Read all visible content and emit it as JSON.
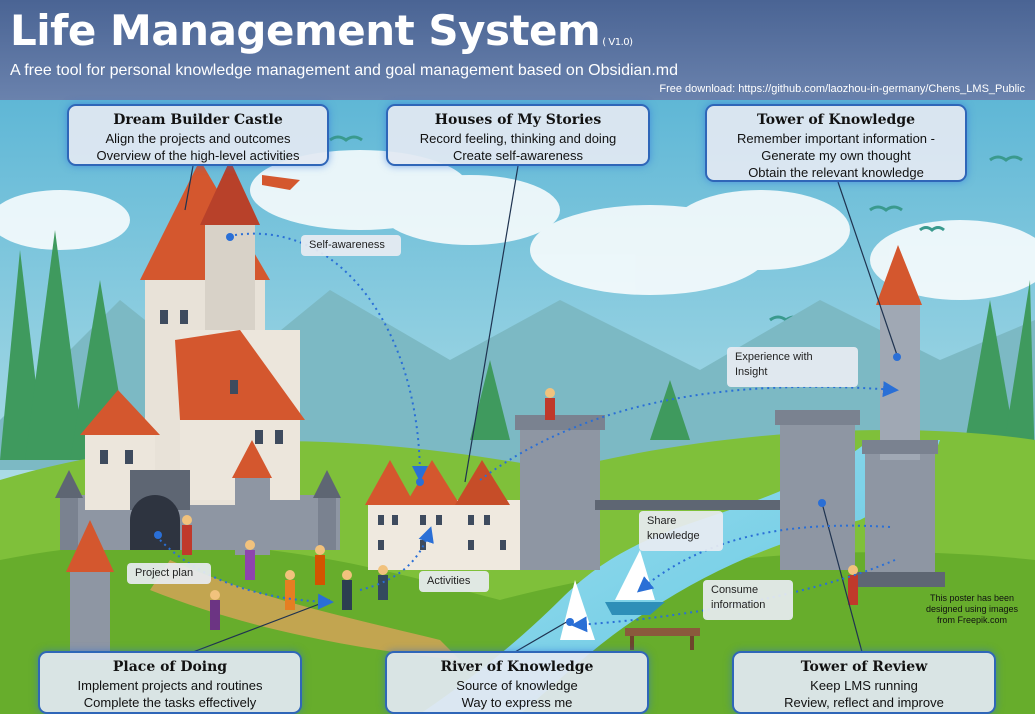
{
  "header": {
    "title": "Life Management System",
    "version": "( V1.0)",
    "subtitle": "A free tool for personal knowledge management and goal management based on Obsidian.md",
    "download": "Free download: https://github.com/laozhou-in-germany/Chens_LMS_Public"
  },
  "panels": {
    "dream": {
      "title": "Dream Builder Castle",
      "lines": [
        "Align the projects and outcomes",
        "Overview of  the high-level activities"
      ]
    },
    "houses": {
      "title": "Houses of My Stories",
      "lines": [
        "Record feeling, thinking and doing",
        "Create self-awareness"
      ]
    },
    "tower_knowledge": {
      "title": "Tower of Knowledge",
      "lines": [
        "Remember important information -",
        "Generate my own thought",
        "Obtain the relevant knowledge"
      ]
    },
    "place_doing": {
      "title": "Place of Doing",
      "lines": [
        "Implement projects and routines",
        "Complete the tasks effectively"
      ]
    },
    "river": {
      "title": "River of Knowledge",
      "lines": [
        "Source of knowledge",
        "Way to express me"
      ]
    },
    "tower_review": {
      "title": "Tower of Review",
      "lines": [
        "Keep LMS running",
        "Review, reflect and improve"
      ]
    }
  },
  "tags": {
    "self_awareness": "Self-awareness",
    "experience_1": "Experience with",
    "experience_2": "Insight",
    "share_1": "Share",
    "share_2": "knowledge",
    "consume_1": "Consume",
    "consume_2": "information",
    "project_plan": "Project plan",
    "activities": "Activities"
  },
  "credit": [
    "This poster has been",
    "designed using images",
    "from Freepik.com"
  ],
  "colors": {
    "header": "#4a6494",
    "panel_border": "#2f66b8",
    "roof": "#d4572e",
    "stone": "#8e96a3",
    "grass": "#7fc03a",
    "river": "#7fd0e8",
    "flow_arrow": "#2a6fd6"
  }
}
